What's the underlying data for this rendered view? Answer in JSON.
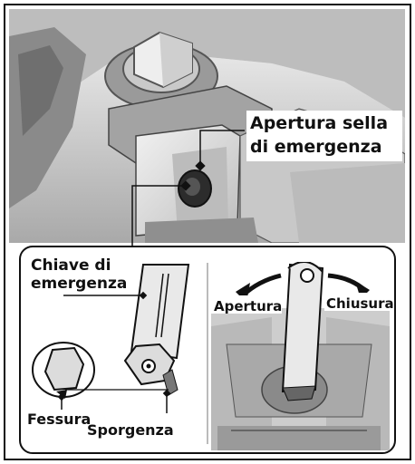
{
  "top_callout": {
    "line1": "Apertura sella",
    "line2": "di emergenza"
  },
  "inset_left": {
    "key_label_line1": "Chiave di",
    "key_label_line2": "emergenza",
    "slot_label": "Fessura",
    "tab_label": "Sporgenza"
  },
  "inset_right": {
    "open_label": "Apertura",
    "close_label": "Chiusura"
  },
  "colors": {
    "background": "#ffffff",
    "illustration_fill": "#cfcfcf",
    "illustration_dark": "#6f6f6f",
    "line": "#111111"
  }
}
